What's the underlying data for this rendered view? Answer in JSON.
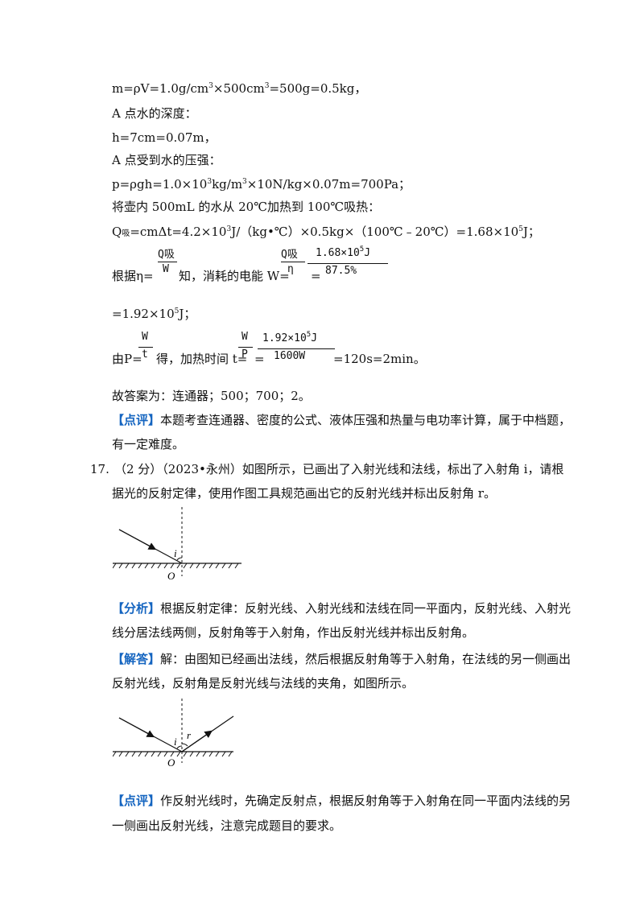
{
  "lines": {
    "l1_a": "m=ρV=1.0g/cm",
    "l1_b": "×500cm",
    "l1_c": "=500g=0.5kg，",
    "l1_s1": "3",
    "l1_s2": "3",
    "l2": "A 点水的深度：",
    "l3": "h=7cm=0.07m，",
    "l4": "A 点受到水的压强：",
    "l5_a": "p=ρgh=1.0×10",
    "l5_s1": "3",
    "l5_b": "kg/m",
    "l5_s2": "3",
    "l5_c": "×10N/kg×0.07m=700Pa；",
    "l6": "将壶内 500mL 的水从 20℃加热到 100℃吸热：",
    "l7_a": "Q",
    "l7_sub": "吸",
    "l7_b": "=cmΔt=4.2×10",
    "l7_s1": "3",
    "l7_c": "J/（kg•℃）×0.5kg×（100℃﹣20℃）=1.68×10",
    "l7_s2": "5",
    "l7_d": "J；",
    "l8_a": "根据η=",
    "l8_b": "知，消耗的电能 W=",
    "l8_eq": "=",
    "f1_num": "Q吸",
    "f1_den": "W",
    "f2_num": "Q吸",
    "f2_den": "η",
    "f3_num": "1.68×10",
    "f3_num_sup": "5",
    "f3_num_unit": "J",
    "f3_den": "87.5%",
    "l9_a": "=1.92×10",
    "l9_s": "5",
    "l9_b": "J；",
    "l10_a": "由P=",
    "l10_b": "得，加热时间 t=",
    "l10_eq": "=",
    "f4_num": "W",
    "f4_den": "t",
    "f5_num": "W",
    "f5_den": "P",
    "f6_num": "1.92×10",
    "f6_num_sup": "5",
    "f6_num_unit": "J",
    "f6_den": "1600W",
    "l10_c": "=120s=2min。",
    "l11": "故答案为：连通器；500；700；2。",
    "l12_tag": "【点评】",
    "l12": "本题考查连通器、密度的公式、液体压强和热量与电功率计算，属于中档题，",
    "l13": "有一定难度。",
    "q_num": "17.",
    "q1": "（2 分）（2023•永州）如图所示，已画出了入射光线和法线，标出了入射角 i，请根",
    "q2": "据光的反射定律，使用作图工具规范画出它的反射光线并标出反射角 r。",
    "fx_tag": "【分析】",
    "fx1": "根据反射定律：反射光线、入射光线和法线在同一平面内，反射光线、入射光",
    "fx2": "线分居法线两侧，反射角等于入射角，作出反射光线并标出反射角。",
    "jd_tag": "【解答】",
    "jd1": "解：由图知已经画出法线，然后根据反射角等于入射角，在法线的另一侧画出",
    "jd2": "反射光线，反射角是反射光线与法线的夹角，如图所示。",
    "dp_tag": "【点评】",
    "dp1": "作反射光线时，先确定反射点，根据反射角等于入射角在同一平面内法线的另",
    "dp2": "一侧画出反射光线，注意完成题目的要求。"
  },
  "figures": {
    "fig1": {
      "label_i": "i",
      "label_o": "O"
    },
    "fig2": {
      "label_i": "i",
      "label_r": "r",
      "label_o": "O"
    }
  }
}
